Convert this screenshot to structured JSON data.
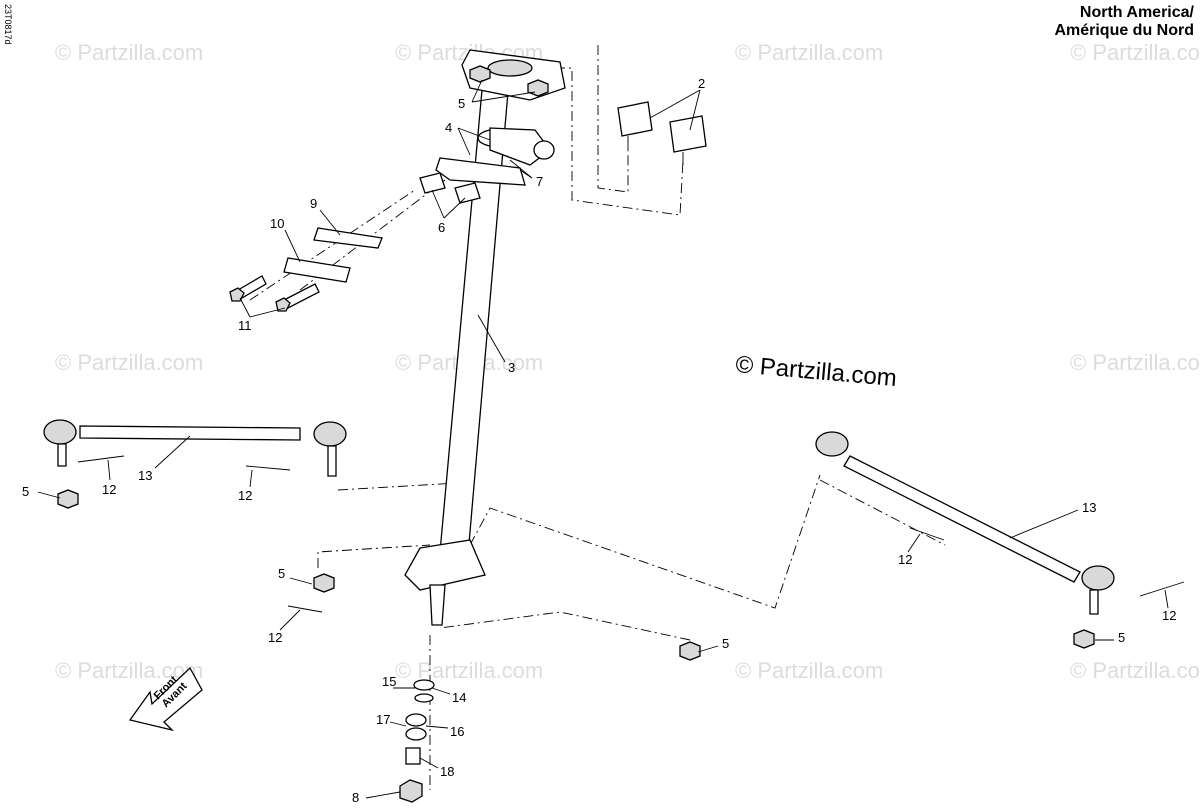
{
  "diagram_code": "23T0817d",
  "region_label": {
    "line1": "North America/",
    "line2": "Amérique du Nord"
  },
  "copyright": "© Partzilla.com",
  "watermark": "© Partzilla.com",
  "front_arrow": {
    "line1": "Front",
    "line2": "Avant"
  },
  "callouts": {
    "c2": "2",
    "c3": "3",
    "c4": "4",
    "c5_top": "5",
    "c5_left": "5",
    "c5_mid": "5",
    "c5_center": "5",
    "c5_right": "5",
    "c6": "6",
    "c7": "7",
    "c8": "8",
    "c9": "9",
    "c10": "10",
    "c11": "11",
    "c12_left_a": "12",
    "c12_left_b": "12",
    "c12_lower": "12",
    "c12_right_a": "12",
    "c12_right_b": "12",
    "c13_left": "13",
    "c13_right": "13",
    "c14": "14",
    "c15": "15",
    "c16": "16",
    "c17": "17",
    "c18": "18"
  }
}
